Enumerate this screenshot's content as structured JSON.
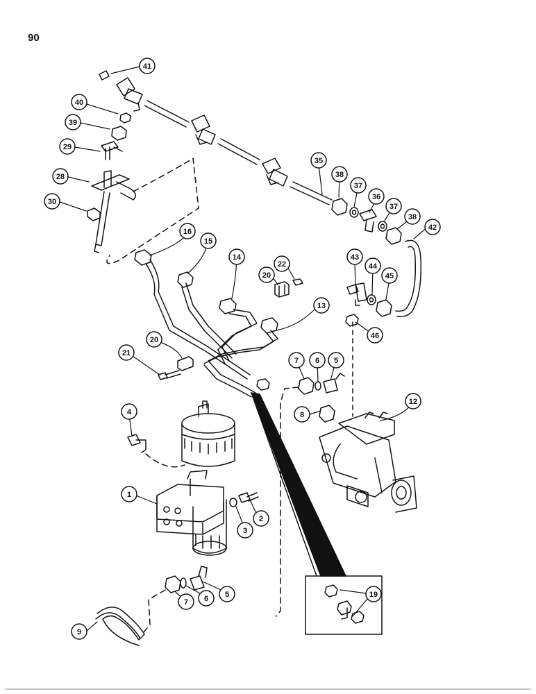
{
  "page_number": "90",
  "callouts": [
    "41",
    "40",
    "39",
    "29",
    "28",
    "30",
    "35",
    "38",
    "37",
    "36",
    "37",
    "38",
    "42",
    "16",
    "15",
    "14",
    "20",
    "22",
    "13",
    "43",
    "44",
    "45",
    "46",
    "20",
    "21",
    "7",
    "6",
    "5",
    "8",
    "12",
    "4",
    "1",
    "3",
    "2",
    "7",
    "6",
    "5",
    "9",
    "19"
  ]
}
